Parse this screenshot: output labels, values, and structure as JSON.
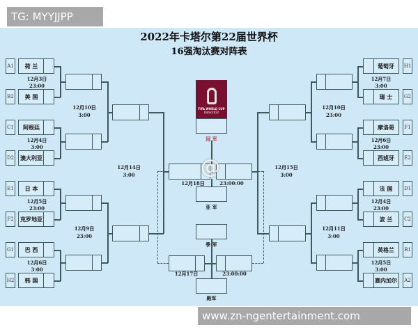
{
  "watermarks": {
    "top": "TG: MYYJJPP",
    "bottom": "www.zn-ngentertainment.com"
  },
  "header": {
    "title": "2022年卡塔尔第22届世界杯",
    "subtitle": "16强淘汰赛对阵表"
  },
  "left": {
    "teams": [
      {
        "code": "A1",
        "name": "荷 兰"
      },
      {
        "code": "B2",
        "name": "美 国"
      },
      {
        "code": "C1",
        "name": "阿根廷"
      },
      {
        "code": "D2",
        "name": "澳大利亚"
      },
      {
        "code": "E1",
        "name": "日 本"
      },
      {
        "code": "F2",
        "name": "克罗地亚"
      },
      {
        "code": "G1",
        "name": "巴 西"
      },
      {
        "code": "H2",
        "name": "韩 国"
      }
    ],
    "r16_times": [
      {
        "date": "12月3日",
        "time": "23:00"
      },
      {
        "date": "12月4日",
        "time": "3:00"
      },
      {
        "date": "12月5日",
        "time": "23:00"
      },
      {
        "date": "12月6日",
        "time": "3:00"
      }
    ],
    "qf_times": [
      {
        "date": "12月10日",
        "time": "3:00"
      },
      {
        "date": "12月9日",
        "time": "23:00"
      }
    ],
    "sf_time": {
      "date": "12月14日",
      "time": "3:00"
    }
  },
  "right": {
    "teams": [
      {
        "code": "H1",
        "name": "葡萄牙"
      },
      {
        "code": "G2",
        "name": "瑞 士"
      },
      {
        "code": "F1",
        "name": "摩洛哥"
      },
      {
        "code": "E2",
        "name": "西班牙"
      },
      {
        "code": "D1",
        "name": "法 国"
      },
      {
        "code": "C2",
        "name": "波 兰"
      },
      {
        "code": "B1",
        "name": "英格兰"
      },
      {
        "code": "A2",
        "name": "塞内加尔"
      }
    ],
    "r16_times": [
      {
        "date": "12月7日",
        "time": "3:00"
      },
      {
        "date": "12月6日",
        "time": "23:00"
      },
      {
        "date": "12月4日",
        "time": "23:00"
      },
      {
        "date": "12月5日",
        "time": "3:00"
      }
    ],
    "qf_times": [
      {
        "date": "12月10日",
        "time": "23:00"
      },
      {
        "date": "12月11日",
        "time": "3:00"
      }
    ],
    "sf_time": {
      "date": "12月15日",
      "time": "3:00"
    }
  },
  "center": {
    "trophy": {
      "line1": "FIFA WORLD CUP",
      "line2": "Qatar2022"
    },
    "champion_label": "冠 军",
    "final": {
      "date": "12月18日",
      "time": "23:00:00"
    },
    "runner_up_label": "亚 军",
    "third_label": "季 军",
    "third_match": {
      "date": "12月17日",
      "time": "23:00:00"
    },
    "fourth_label": "殿军"
  },
  "colors": {
    "panel": "#cfe8f8",
    "line": "#3d5a5e",
    "trophy": "#7a1030",
    "champion_label": "#b04050",
    "watermark": "#a8a8a8"
  }
}
